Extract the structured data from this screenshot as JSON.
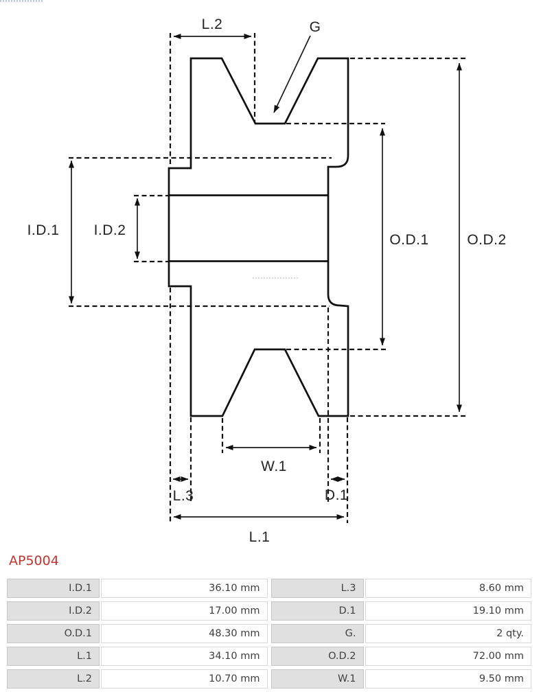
{
  "part_number": "AP5004",
  "accent_color": "#c3342e",
  "drawing": {
    "labels": {
      "L2": "L.2",
      "G": "G",
      "ID1": "I.D.1",
      "ID2": "I.D.2",
      "OD1": "O.D.1",
      "OD2": "O.D.2",
      "W1": "W.1",
      "L3": "L.3",
      "D1": "D.1",
      "L1": "L.1"
    }
  },
  "spec_table": {
    "rows": [
      {
        "left_label": "I.D.1",
        "left_value": "36.10 mm",
        "right_label": "L.3",
        "right_value": "8.60 mm"
      },
      {
        "left_label": "I.D.2",
        "left_value": "17.00 mm",
        "right_label": "D.1",
        "right_value": "19.10 mm"
      },
      {
        "left_label": "O.D.1",
        "left_value": "48.30 mm",
        "right_label": "G.",
        "right_value": "2 qty."
      },
      {
        "left_label": "L.1",
        "left_value": "34.10 mm",
        "right_label": "O.D.2",
        "right_value": "72.00 mm"
      },
      {
        "left_label": "L.2",
        "left_value": "10.70 mm",
        "right_label": "W.1",
        "right_value": "9.50 mm"
      }
    ]
  }
}
